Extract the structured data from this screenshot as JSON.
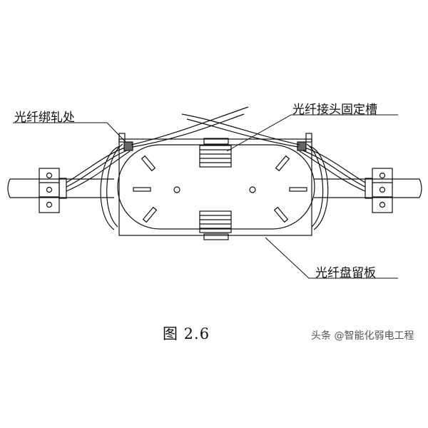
{
  "labels": {
    "tie_point": "光纤绑轧处",
    "splice_slot": "光纤接头固定槽",
    "storage_tray": "光纤盘留板"
  },
  "caption": "图  2.6",
  "watermark": "头条 @智能化弱电工程"
}
